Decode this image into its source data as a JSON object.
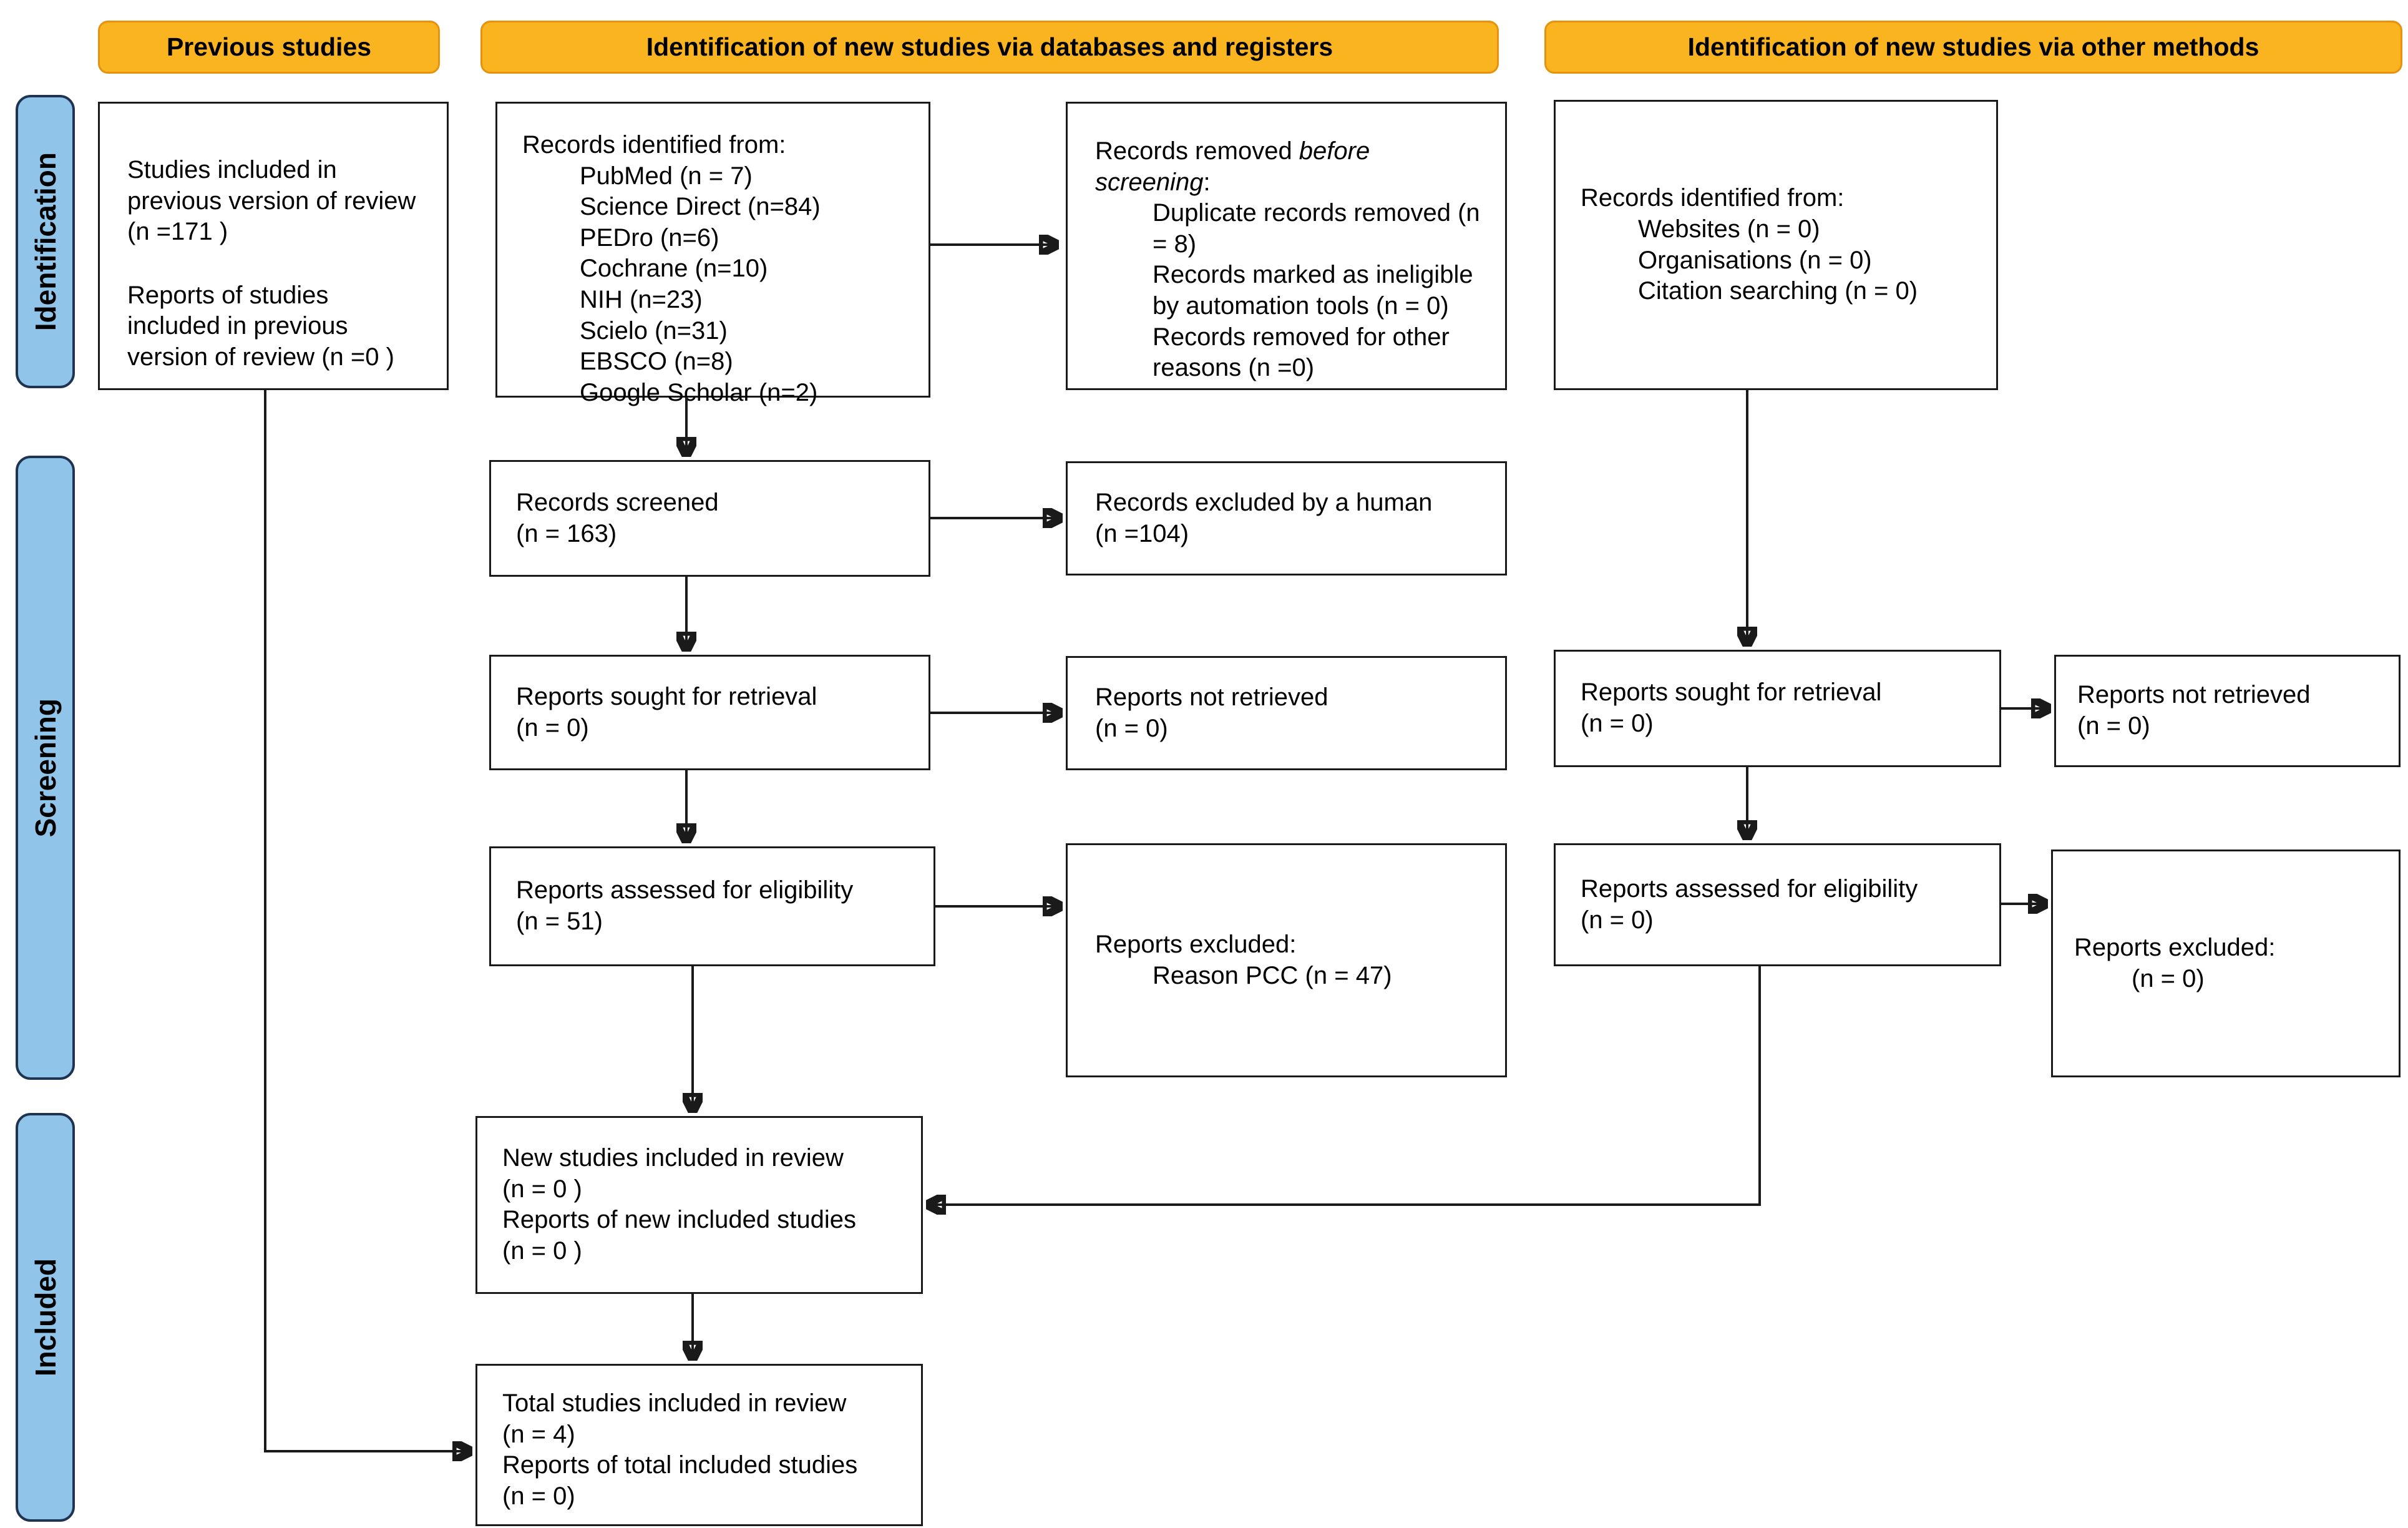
{
  "colors": {
    "header_bg": "#FAB41F",
    "header_border": "#E5920F",
    "sidebar_bg": "#90C4E9",
    "sidebar_border": "#1F3450",
    "box_border": "#1A1A1A"
  },
  "headers": {
    "previous": "Previous studies",
    "databases": "Identification of new studies via databases and registers",
    "other": "Identification of new studies via other methods"
  },
  "sidebar": {
    "identification": "Identification",
    "screening": "Screening",
    "included": "Included"
  },
  "boxes": {
    "previous_studies": {
      "para1": "Studies included in previous version of review (n =171 )",
      "para2": "Reports of studies included in previous version of review (n =0 )"
    },
    "records_identified_db": {
      "title": "Records identified from:",
      "items": [
        "PubMed (n = 7)",
        "Science Direct (n=84)",
        "PEDro (n=6)",
        "Cochrane (n=10)",
        "NIH (n=23)",
        "Scielo (n=31)",
        "EBSCO (n=8)",
        "Google Scholar (n=2)"
      ]
    },
    "records_removed": {
      "title_prefix": "Records removed ",
      "title_italic": "before screening",
      "title_suffix": ":",
      "items": [
        "Duplicate records removed (n = 8)",
        "Records marked as ineligible by automation tools (n = 0)",
        "Records removed for other reasons (n =0)"
      ]
    },
    "records_identified_other": {
      "title": "Records identified from:",
      "items": [
        "Websites (n = 0)",
        "Organisations (n = 0)",
        "Citation searching (n = 0)"
      ]
    },
    "records_screened": {
      "line1": "Records screened",
      "line2": "(n = 163)"
    },
    "records_excluded_human": {
      "line1": "Records excluded by a human",
      "line2": "(n =104)"
    },
    "reports_sought_db": {
      "line1": "Reports sought for retrieval",
      "line2": "(n = 0)"
    },
    "reports_not_retrieved_db": {
      "line1": "Reports not retrieved",
      "line2": "(n = 0)"
    },
    "reports_assessed_db": {
      "line1": "Reports assessed for eligibility",
      "line2": "(n = 51)"
    },
    "reports_excluded_db": {
      "title": "Reports excluded:",
      "item": "Reason PCC (n = 47)"
    },
    "reports_sought_other": {
      "line1": "Reports sought for retrieval",
      "line2": "(n = 0)"
    },
    "reports_not_retrieved_other": {
      "line1": "Reports not retrieved",
      "line2": "(n = 0)"
    },
    "reports_assessed_other": {
      "line1": "Reports assessed for eligibility",
      "line2": "(n = 0)"
    },
    "reports_excluded_other": {
      "title": "Reports excluded:",
      "item": "(n = 0)"
    },
    "new_studies": {
      "line1": "New studies included in review",
      "line2": "(n = 0 )",
      "line3": "Reports of new included studies",
      "line4": "(n = 0 )"
    },
    "total_studies": {
      "line1": "Total studies included in review",
      "line2": "(n = 4)",
      "line3": "Reports of total included studies",
      "line4": "(n = 0)"
    }
  }
}
